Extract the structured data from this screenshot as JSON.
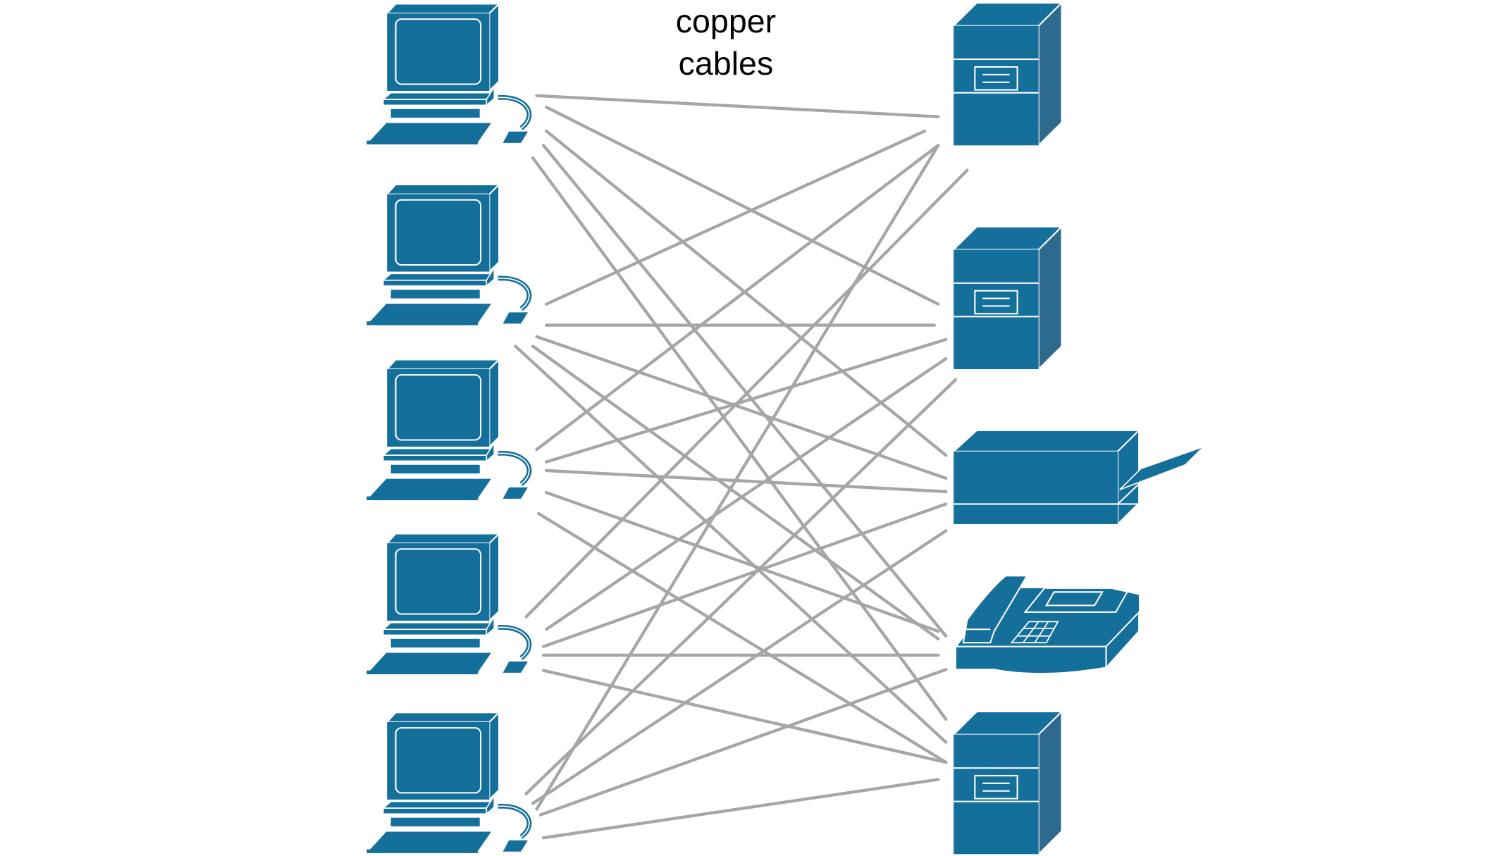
{
  "label": {
    "line1": "copper",
    "line2": "cables"
  },
  "colors": {
    "device": "#156f9b",
    "device_side": "#2e6a8e",
    "cable": "#a6a6a6"
  },
  "devices": {
    "left": [
      "computer",
      "computer",
      "computer",
      "computer",
      "computer"
    ],
    "right": [
      "server",
      "server",
      "printer",
      "phone",
      "server"
    ]
  }
}
